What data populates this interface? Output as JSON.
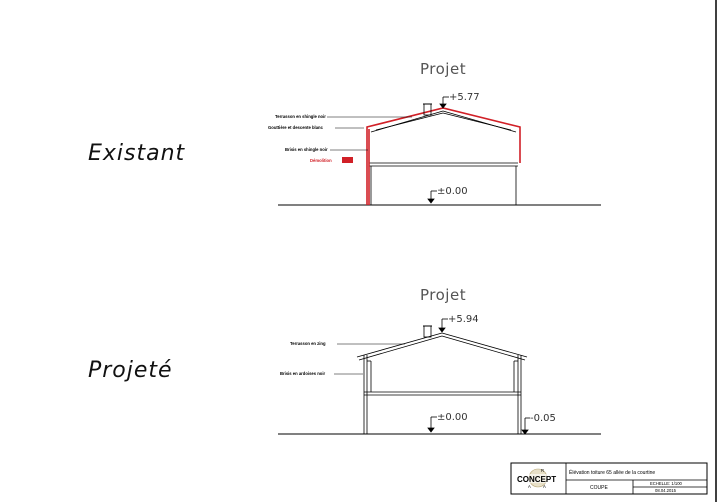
{
  "sections": {
    "existing": {
      "label": "Existant",
      "title": "Projet",
      "ridge_level": "+5.77",
      "ground_level": "±0.00",
      "notes": [
        "Terrasson en shingle noir",
        "Gouttière et descente blanc",
        "Brisis en shingle noir"
      ],
      "legend_label": "Démolition",
      "demolition_color": "#d12027"
    },
    "projected": {
      "label": "Projeté",
      "title": "Projet",
      "ridge_level": "+5.94",
      "ground_level": "±0.00",
      "side_level": "-0.05",
      "notes": [
        "Terrasson en zing",
        "Brisis en ardoises noir"
      ]
    }
  },
  "title_block": {
    "logo_text": "CONCEPT",
    "logo_letters": [
      "R",
      "A",
      "A"
    ],
    "description": "Élévation toiture 65 allée de la courtine",
    "view": "COUPE",
    "scale": "ECHELLE: 1/100",
    "date": "08.04.2015"
  }
}
